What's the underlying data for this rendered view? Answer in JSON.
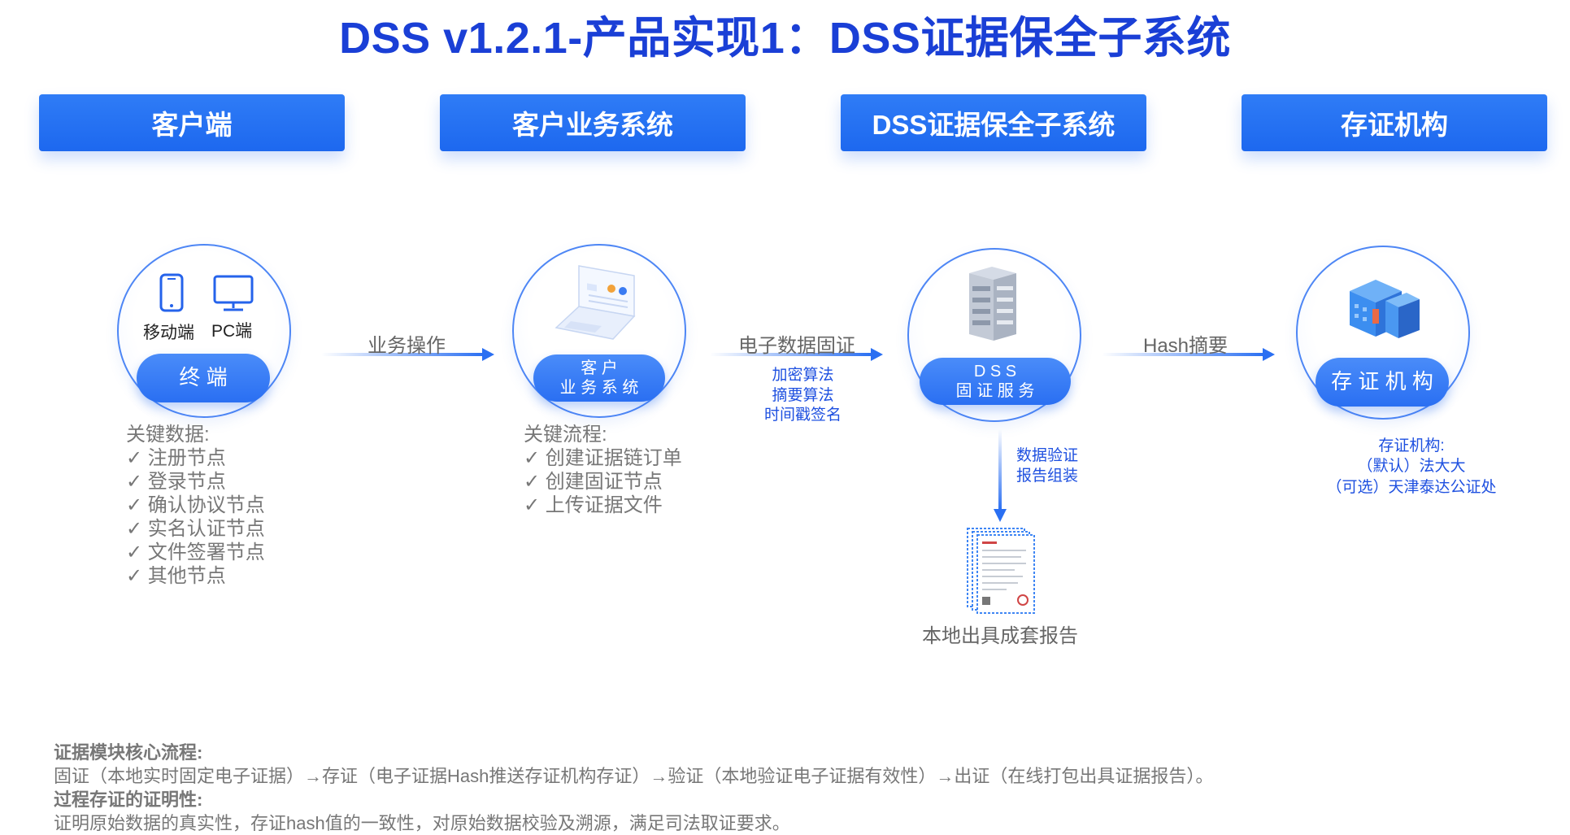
{
  "title": "DSS v1.2.1-产品实现1：DSS证据保全子系统",
  "headers": [
    "客户端",
    "客户业务系统",
    "DSS证据保全子系统",
    "存证机构"
  ],
  "nodes": {
    "terminal": {
      "mobile_label": "移动端",
      "pc_label": "PC端",
      "pill": "终 端",
      "list_title": "关键数据:",
      "items": [
        "注册节点",
        "登录节点",
        "确认协议节点",
        "实名认证节点",
        "文件签署节点",
        "其他节点"
      ]
    },
    "business": {
      "pill_line1": "客 户",
      "pill_line2": "业 务 系 统",
      "list_title": "关键流程:",
      "items": [
        "创建证据链订单",
        "创建固证节点",
        "上传证据文件"
      ]
    },
    "dss": {
      "pill_line1": "D S S",
      "pill_line2": "固 证 服 务",
      "down_label_line1": "数据验证",
      "down_label_line2": "报告组装",
      "report_caption": "本地出具成套报告"
    },
    "agency": {
      "pill": "存 证 机 构",
      "info_line1": "存证机构:",
      "info_line2": "（默认）法大大",
      "info_line3": "（可选）天津泰达公证处"
    }
  },
  "arrows": {
    "a1": "业务操作",
    "a2": "电子数据固证",
    "a2_sub": [
      "加密算法",
      "摘要算法",
      "时间戳签名"
    ],
    "a3": "Hash摘要"
  },
  "footer": {
    "line1": "证据模块核心流程:",
    "line2": "固证（本地实时固定电子证据）→存证（电子证据Hash推送存证机构存证）→验证（本地验证电子证据有效性）→出证（在线打包出具证据报告）。",
    "line3": "过程存证的证明性:",
    "line4": "证明原始数据的真实性，存证hash值的一致性，对原始数据校验及溯源，满足司法取证要求。"
  },
  "colors": {
    "title": "#1a3fd6",
    "header_box": "#1d68ef",
    "accent": "#2a6ff2",
    "label_blue": "#1e50e0"
  }
}
